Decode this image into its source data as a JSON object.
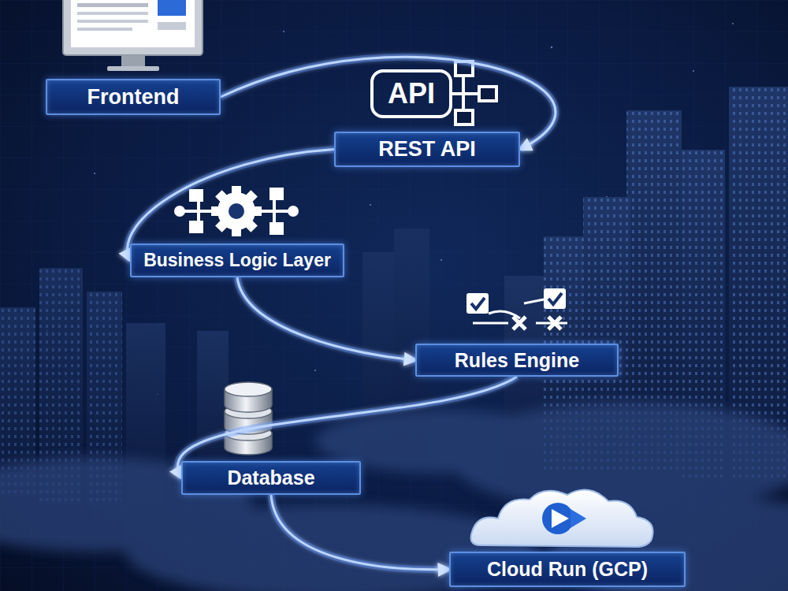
{
  "diagram": {
    "nodes": [
      {
        "text": [
          "Frontend"
        ]
      },
      {
        "text": [
          "REST API"
        ]
      },
      {
        "text": [
          "Business Logic Layer"
        ]
      },
      {
        "text": [
          "Rules Engine"
        ]
      },
      {
        "text": [
          "Database"
        ]
      },
      {
        "text": [
          "Cloud Run (GCP)"
        ]
      }
    ],
    "edges": [
      {
        "from": 0,
        "to": 1,
        "arrow": "to"
      },
      {
        "from": 1,
        "to": 2,
        "arrow": "to"
      },
      {
        "from": 2,
        "to": 3,
        "arrow": "to"
      },
      {
        "from": 3,
        "to": 4,
        "arrow": "to"
      },
      {
        "from": 4,
        "to": 5,
        "arrow": "to"
      }
    ],
    "labels": [
      "API"
    ]
  }
}
